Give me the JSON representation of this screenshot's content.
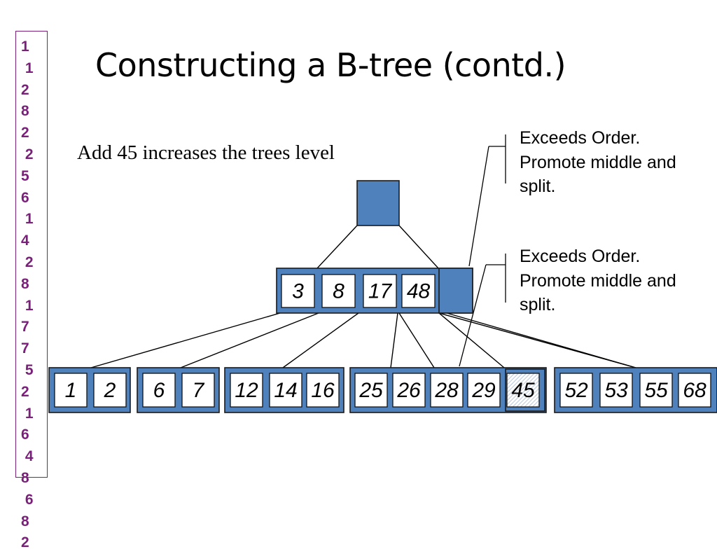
{
  "slide": {
    "title": "Constructing a B-tree (contd.)",
    "caption": "Add 45 increases the trees level"
  },
  "sidebar_sequence": [
    "1",
    " 1",
    "2",
    "8",
    "2",
    " 2",
    "5",
    "6",
    " 1",
    "4",
    " 2",
    "8",
    " 1",
    "7",
    "7",
    " 5",
    "2",
    " 1",
    "6",
    " 4",
    "8",
    " 6",
    "8",
    "2"
  ],
  "annotations": {
    "note_upper": {
      "lines": [
        "Exceeds Order.",
        "Promote middle and",
        "split."
      ]
    },
    "note_lower": {
      "lines": [
        "Exceeds Order.",
        "Promote middle and",
        "split."
      ]
    }
  },
  "tree": {
    "root": {
      "keys": []
    },
    "internal": {
      "keys": [
        "3",
        "8",
        "17",
        "48"
      ]
    },
    "leaves": [
      {
        "keys": [
          "1",
          "2"
        ]
      },
      {
        "keys": [
          "6",
          "7"
        ]
      },
      {
        "keys": [
          "12",
          "14",
          "16"
        ]
      },
      {
        "keys": [
          "25",
          "26",
          "28",
          "29",
          "45"
        ],
        "inserted_key": "45"
      },
      {
        "keys": [
          "52",
          "53",
          "55",
          "68"
        ]
      }
    ]
  },
  "colors": {
    "node_fill": "#4f81bd",
    "key_box": "#ffffff",
    "sidebar_text": "#7a1f7a",
    "inserted_hatch": "#d9e2ef"
  }
}
